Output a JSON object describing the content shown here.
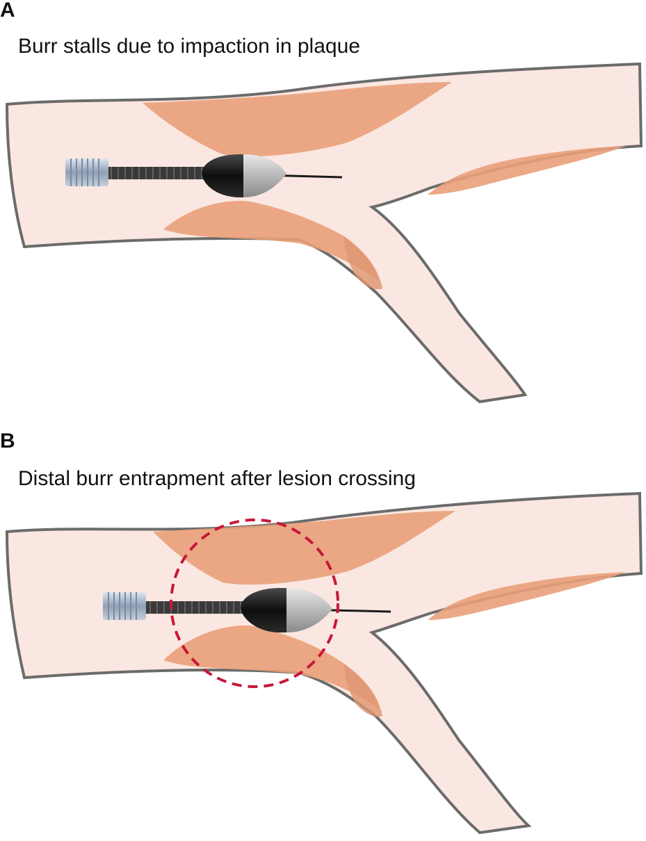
{
  "panels": [
    {
      "letter": "A",
      "caption": "Burr stalls due to impaction in plaque"
    },
    {
      "letter": "B",
      "caption": "Distal burr entrapment after lesion crossing"
    }
  ],
  "colors": {
    "vessel_fill": "#fbe7e1",
    "vessel_outline": "#6b6b6b",
    "plaque": "#e9a07a",
    "burr_dark": "#1a1a1a",
    "burr_diamond": "#c8c8c8",
    "shaft": "#3a3a3a",
    "connector": "#a9b7c9",
    "highlight_circle": "#c8173a"
  }
}
